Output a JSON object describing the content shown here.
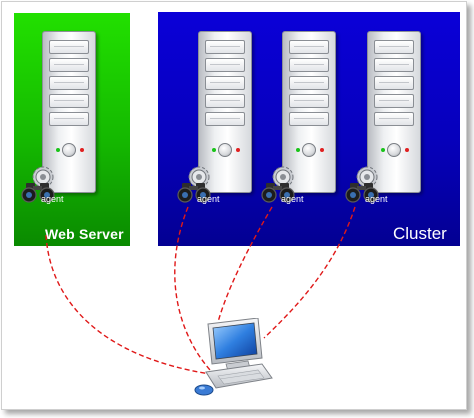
{
  "panels": {
    "web_server": {
      "label": "Web Server",
      "color": "#14b800"
    },
    "cluster": {
      "label": "Cluster",
      "color": "#0600bb"
    }
  },
  "agents": [
    {
      "label": "agent",
      "icon": "binoculars-gear-icon"
    },
    {
      "label": "agent",
      "icon": "binoculars-gear-icon"
    },
    {
      "label": "agent",
      "icon": "binoculars-gear-icon"
    },
    {
      "label": "agent",
      "icon": "binoculars-gear-icon"
    }
  ],
  "icons": {
    "server": "server-tower-icon",
    "workstation": "desktop-computer-icon"
  },
  "colors": {
    "link": "#e01818"
  }
}
